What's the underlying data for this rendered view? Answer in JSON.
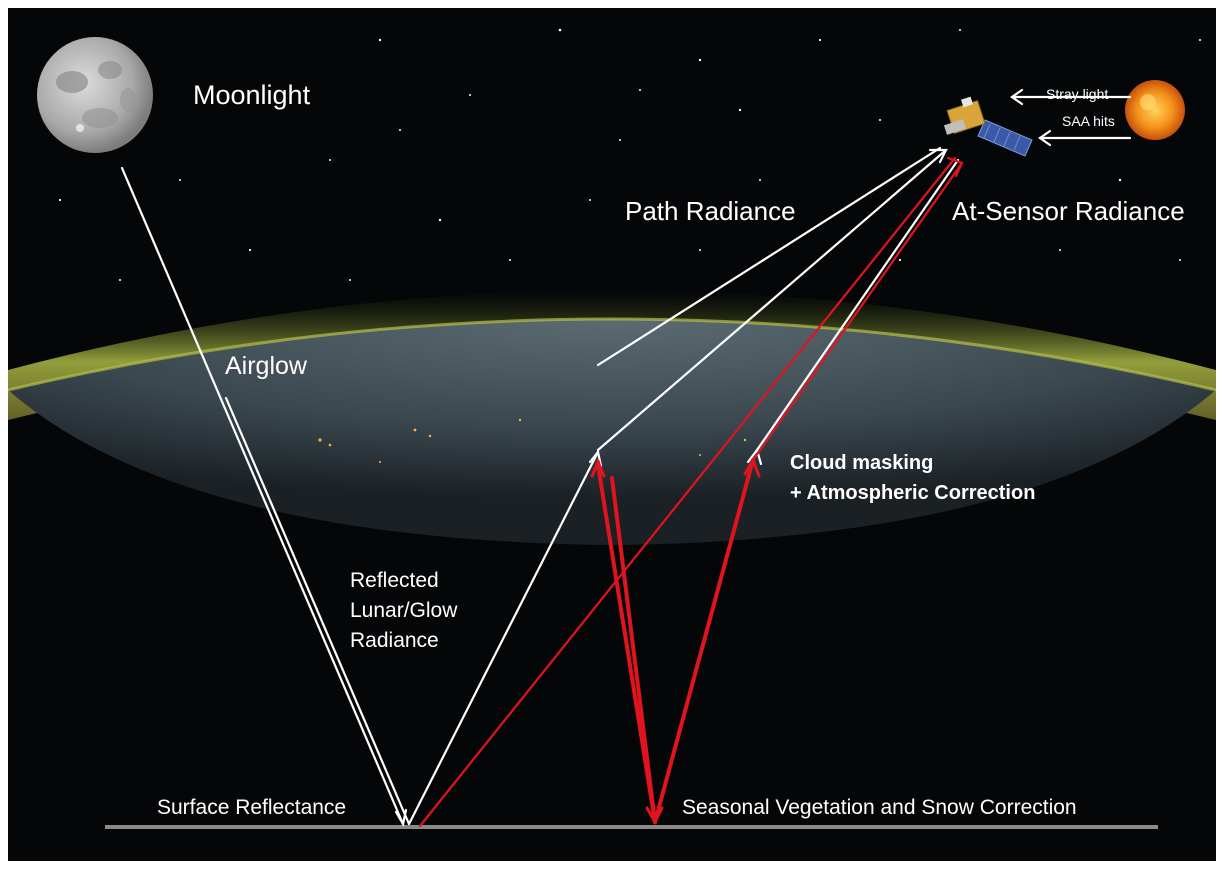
{
  "labels": {
    "moonlight": "Moonlight",
    "path_radiance": "Path Radiance",
    "at_sensor_radiance": "At-Sensor Radiance",
    "airglow": "Airglow",
    "reflected": [
      "Reflected",
      "Lunar/Glow",
      "Radiance"
    ],
    "cloud_masking": "Cloud masking",
    "atmospheric_correction": "+ Atmospheric Correction",
    "surface_reflectance": "Surface Reflectance",
    "seasonal_correction": "Seasonal Vegetation and Snow Correction",
    "stray_light": "Stray light",
    "saa_hits": "SAA hits"
  },
  "colors": {
    "space": "#050608",
    "airglow_band": "#8a9a3a",
    "earth": "#4a5a64",
    "ground_line": "#8a8a8a",
    "white_arrow": "#ffffff",
    "red_arrow": "#e0141e",
    "sun": "#f29a1c",
    "moon": "#bdbdbd"
  }
}
